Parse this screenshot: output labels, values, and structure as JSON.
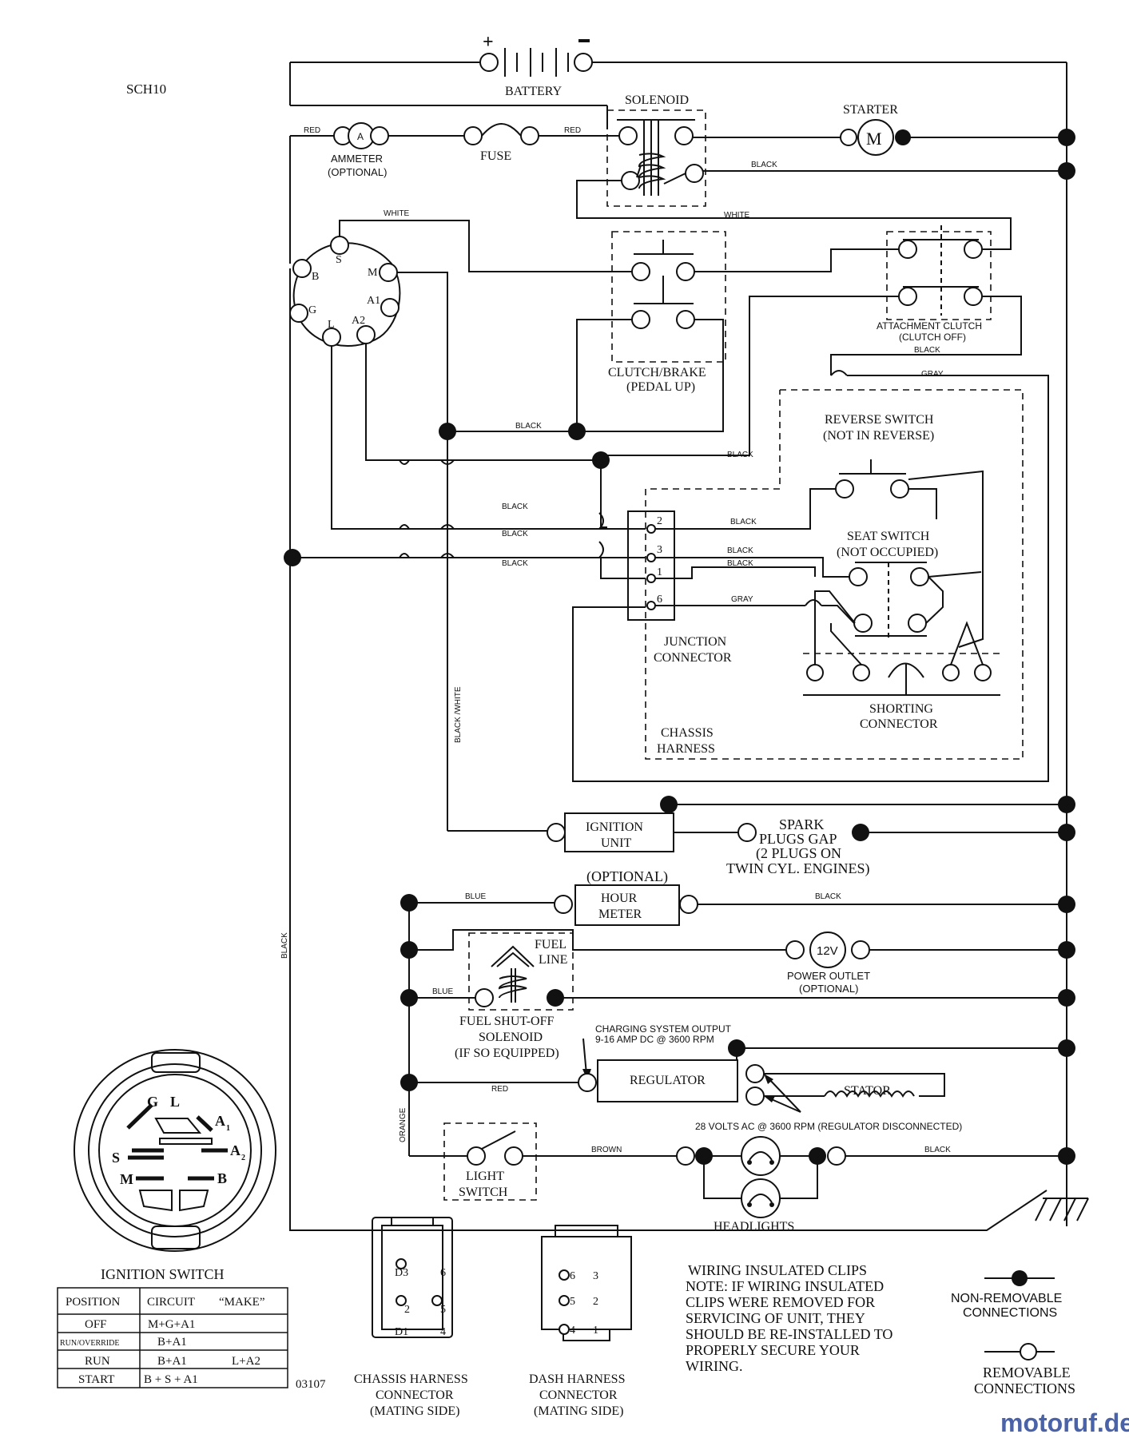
{
  "diagram_id": "SCH10",
  "code": "03107",
  "components": {
    "battery": "BATTERY",
    "solenoid": "SOLENOID",
    "starter": "STARTER",
    "starter_symbol": "M",
    "ammeter": "AMMETER",
    "ammeter_optional": "(OPTIONAL)",
    "ammeter_symbol": "A",
    "fuse": "FUSE",
    "clutch_brake": "CLUTCH/BRAKE",
    "clutch_brake_sub": "(PEDAL UP)",
    "attachment_clutch": "ATTACHMENT CLUTCH",
    "attachment_clutch_sub": "(CLUTCH OFF)",
    "reverse_switch": "REVERSE SWITCH",
    "reverse_switch_sub": "(NOT IN REVERSE)",
    "seat_switch": "SEAT SWITCH",
    "seat_switch_sub": "(NOT OCCUPIED)",
    "junction_connector_1": "JUNCTION",
    "junction_connector_2": "CONNECTOR",
    "shorting_connector_1": "SHORTING",
    "shorting_connector_2": "CONNECTOR",
    "chassis_harness_1": "CHASSIS",
    "chassis_harness_2": "HARNESS",
    "ignition_unit_1": "IGNITION",
    "ignition_unit_2": "UNIT",
    "spark_plugs": [
      "SPARK",
      "PLUGS GAP",
      "(2 PLUGS ON",
      "TWIN CYL. ENGINES)"
    ],
    "hour_meter_optional": "(OPTIONAL)",
    "hour_meter_1": "HOUR",
    "hour_meter_2": "METER",
    "fuel_line_1": "FUEL",
    "fuel_line_2": "LINE",
    "power_outlet_symbol": "12V",
    "power_outlet": "POWER OUTLET",
    "power_outlet_sub": "(OPTIONAL)",
    "fuel_solenoid": [
      "FUEL SHUT-OFF",
      "SOLENOID",
      "(IF SO EQUIPPED)"
    ],
    "charging_output_1": "CHARGING SYSTEM OUTPUT",
    "charging_output_2": "9-16 AMP DC @ 3600 RPM",
    "regulator": "REGULATOR",
    "stator": "STATOR",
    "stator_note": "28 VOLTS AC @ 3600 RPM (REGULATOR DISCONNECTED)",
    "light_switch_1": "LIGHT",
    "light_switch_2": "SWITCH",
    "headlights": "HEADLIGHTS",
    "ignition_switch": "IGNITION SWITCH"
  },
  "ignition_terminals": [
    "S",
    "M",
    "B",
    "A1",
    "G",
    "L",
    "A2"
  ],
  "wire_labels": {
    "red": "RED",
    "white": "WHITE",
    "black": "BLACK",
    "gray": "GRAY",
    "blue": "BLUE",
    "orange": "ORANGE",
    "brown": "BROWN",
    "black_white": "BLACK /WHITE"
  },
  "junction_pins": [
    "2",
    "3",
    "1",
    "6"
  ],
  "ignition_table": {
    "headers": [
      "POSITION",
      "CIRCUIT",
      "“MAKE”"
    ],
    "rows": [
      {
        "position": "OFF",
        "circuit": "M+G+A1",
        "make": ""
      },
      {
        "position": "RUN/OVERRIDE",
        "circuit": "B+A1",
        "make": ""
      },
      {
        "position": "RUN",
        "circuit": "B+A1",
        "make": "L+A2"
      },
      {
        "position": "START",
        "circuit": "B + S + A1",
        "make": ""
      }
    ]
  },
  "connectors": {
    "chassis": [
      "CHASSIS HARNESS",
      "CONNECTOR",
      "(MATING SIDE)"
    ],
    "dash": [
      "DASH HARNESS",
      "CONNECTOR",
      "(MATING SIDE)"
    ],
    "chassis_pins": [
      "D3",
      "6",
      "2",
      "5",
      "D1",
      "4"
    ],
    "dash_pins": [
      "6",
      "3",
      "5",
      "2",
      "4",
      "1"
    ]
  },
  "notes": {
    "title": "WIRING INSULATED CLIPS",
    "lines": [
      "NOTE:  IF WIRING INSULATED",
      "CLIPS WERE REMOVED FOR",
      "SERVICING OF UNIT, THEY",
      "SHOULD BE RE-INSTALLED TO",
      "PROPERLY SECURE YOUR",
      " WIRING."
    ]
  },
  "legend": {
    "non_removable": [
      "NON-REMOVABLE",
      "CONNECTIONS"
    ],
    "removable": [
      "REMOVABLE",
      "CONNECTIONS"
    ]
  },
  "watermark": "motoruf.de"
}
